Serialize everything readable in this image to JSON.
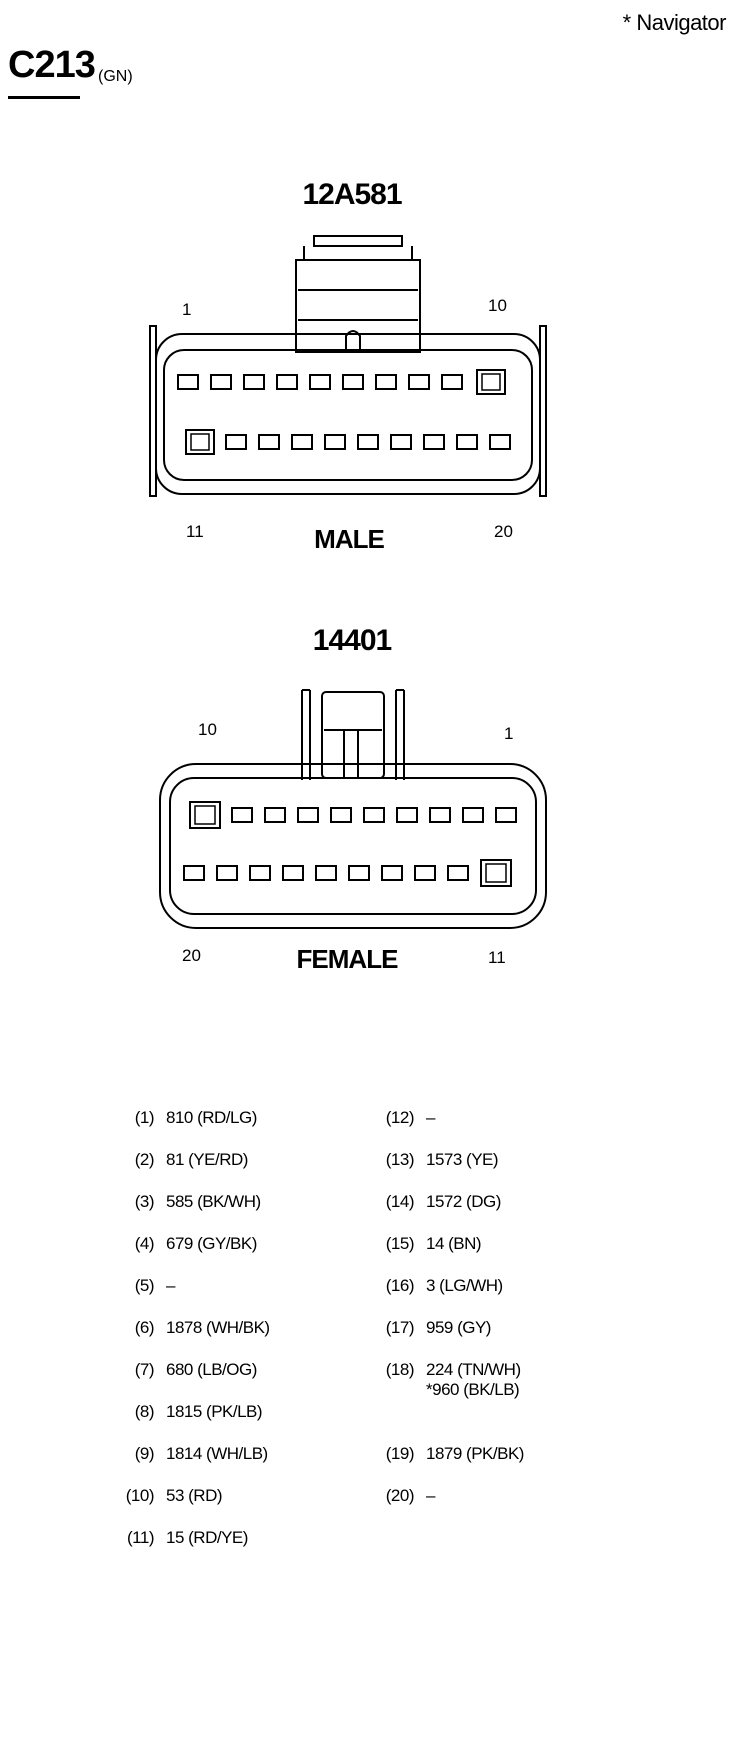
{
  "header": {
    "note": "*   Navigator",
    "connector_id": "C213",
    "color_code": "(GN)"
  },
  "male": {
    "part_number": "12A581",
    "label": "MALE",
    "corner_top_left": "1",
    "corner_top_right": "10",
    "corner_bottom_left": "11",
    "corner_bottom_right": "20"
  },
  "female": {
    "part_number": "14401",
    "label": "FEMALE",
    "corner_top_left": "10",
    "corner_top_right": "1",
    "corner_bottom_left": "20",
    "corner_bottom_right": "11"
  },
  "pins_left": [
    {
      "num": "(1)",
      "value": "810 (RD/LG)"
    },
    {
      "num": "(2)",
      "value": "81 (YE/RD)"
    },
    {
      "num": "(3)",
      "value": "585 (BK/WH)"
    },
    {
      "num": "(4)",
      "value": "679 (GY/BK)"
    },
    {
      "num": "(5)",
      "value": "–"
    },
    {
      "num": "(6)",
      "value": "1878 (WH/BK)"
    },
    {
      "num": "(7)",
      "value": "680 (LB/OG)"
    },
    {
      "num": "(8)",
      "value": "1815 (PK/LB)"
    },
    {
      "num": "(9)",
      "value": "1814 (WH/LB)"
    },
    {
      "num": "(10)",
      "value": "53 (RD)"
    },
    {
      "num": "(11)",
      "value": "15 (RD/YE)"
    }
  ],
  "pins_right": [
    {
      "num": "(12)",
      "value": "–"
    },
    {
      "num": "(13)",
      "value": "1573 (YE)"
    },
    {
      "num": "(14)",
      "value": "1572 (DG)"
    },
    {
      "num": "(15)",
      "value": "14 (BN)"
    },
    {
      "num": "(16)",
      "value": "3 (LG/WH)"
    },
    {
      "num": "(17)",
      "value": "959 (GY)"
    },
    {
      "num": "(18)",
      "value": "224 (TN/WH)",
      "alt": "*960 (BK/LB)"
    },
    {
      "num": "(19)",
      "value": "1879 (PK/BK)"
    },
    {
      "num": "(20)",
      "value": "–"
    }
  ]
}
